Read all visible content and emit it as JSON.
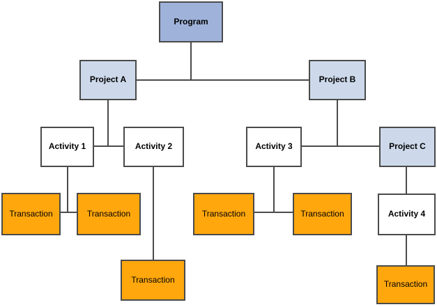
{
  "diagram": {
    "nodes": {
      "program": {
        "label": "Program",
        "type": "program"
      },
      "project_a": {
        "label": "Project A",
        "type": "project"
      },
      "project_b": {
        "label": "Project B",
        "type": "project"
      },
      "project_c": {
        "label": "Project C",
        "type": "project"
      },
      "activity_1": {
        "label": "Activity 1",
        "type": "activity"
      },
      "activity_2": {
        "label": "Activity 2",
        "type": "activity"
      },
      "activity_3": {
        "label": "Activity 3",
        "type": "activity"
      },
      "activity_4": {
        "label": "Activity 4",
        "type": "activity"
      },
      "transaction_1": {
        "label": "Transaction",
        "type": "transaction"
      },
      "transaction_2": {
        "label": "Transaction",
        "type": "transaction"
      },
      "transaction_3": {
        "label": "Transaction",
        "type": "transaction"
      },
      "transaction_4": {
        "label": "Transaction",
        "type": "transaction"
      },
      "transaction_5": {
        "label": "Transaction",
        "type": "transaction"
      },
      "transaction_6": {
        "label": "Transaction",
        "type": "transaction"
      }
    },
    "edges": [
      [
        "program",
        "project_a"
      ],
      [
        "program",
        "project_b"
      ],
      [
        "project_a",
        "activity_1"
      ],
      [
        "project_a",
        "activity_2"
      ],
      [
        "project_b",
        "activity_3"
      ],
      [
        "project_b",
        "project_c"
      ],
      [
        "activity_1",
        "transaction_1"
      ],
      [
        "activity_1",
        "transaction_2"
      ],
      [
        "activity_2",
        "transaction_3"
      ],
      [
        "activity_3",
        "transaction_4"
      ],
      [
        "activity_3",
        "transaction_5"
      ],
      [
        "project_c",
        "activity_4"
      ],
      [
        "activity_4",
        "transaction_6"
      ]
    ],
    "colors": {
      "program_fill": "#9fb3da",
      "project_fill": "#cdd9eb",
      "activity_fill": "#ffffff",
      "transaction_fill": "#ffa70d",
      "line": "#4a4a4a",
      "text": "#000000"
    }
  }
}
